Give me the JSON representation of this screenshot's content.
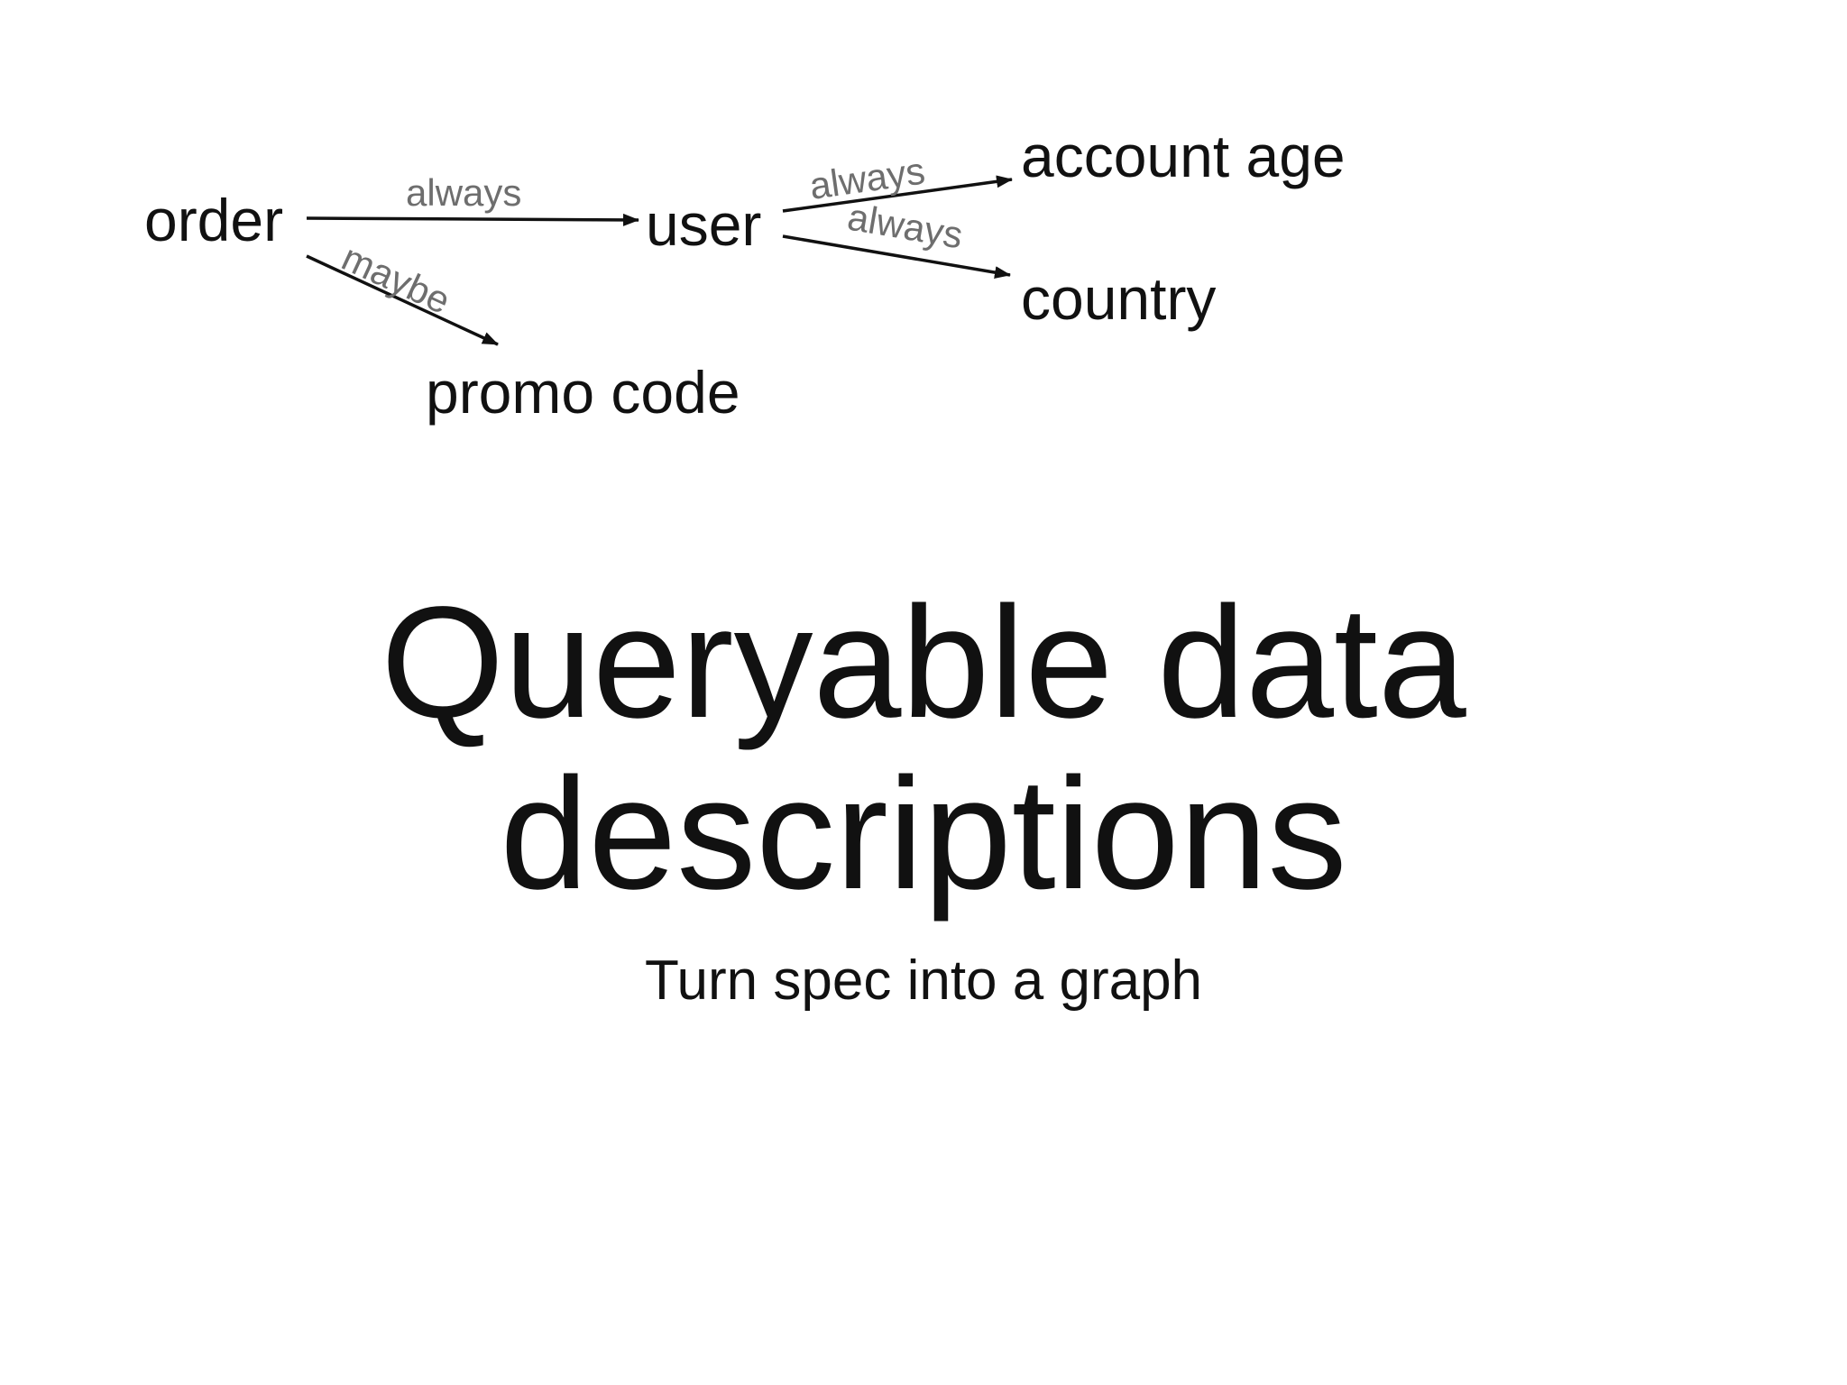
{
  "diagram": {
    "nodes": {
      "order": "order",
      "user": "user",
      "promo_code": "promo code",
      "account_age": "account age",
      "country": "country"
    },
    "edges": {
      "order_user": "always",
      "order_promo": "maybe",
      "user_account_age": "always",
      "user_country": "always"
    }
  },
  "slide": {
    "title_line1": "Queryable data",
    "title_line2": "descriptions",
    "subtitle": "Turn spec into a graph"
  },
  "colors": {
    "text": "#111111",
    "edge_label": "#6e6e6e",
    "background": "#ffffff"
  }
}
